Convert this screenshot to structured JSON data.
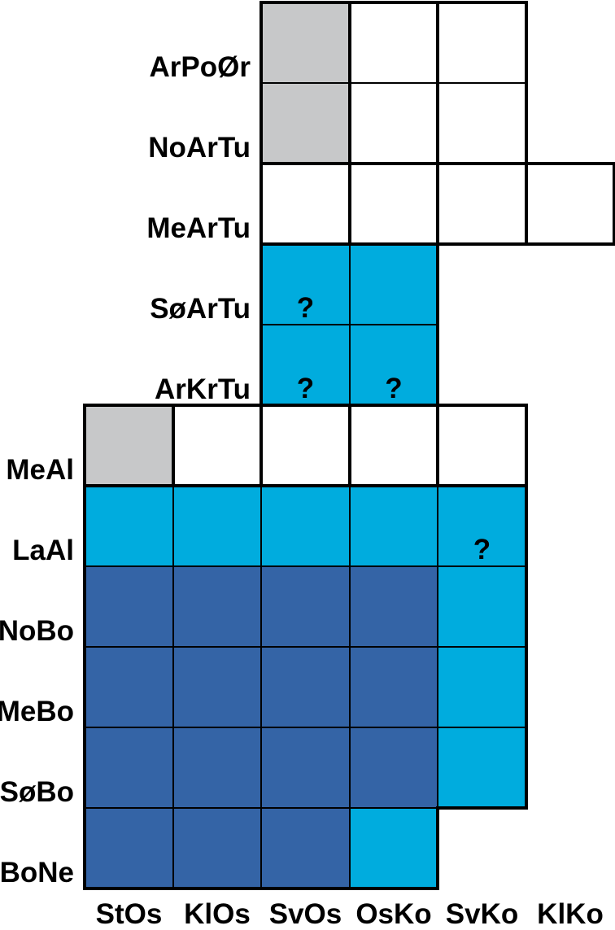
{
  "chart_data": {
    "type": "heatmap",
    "title": "",
    "x_categories": [
      "StOs",
      "KlOs",
      "SvOs",
      "OsKo",
      "SvKo",
      "KlKo"
    ],
    "y_categories": [
      "ArPoØr",
      "NoArTu",
      "MeArTu",
      "SøArTu",
      "ArKrTu",
      "MeAl",
      "LaAl",
      "NoBo",
      "MeBo",
      "SøBo",
      "BoNe"
    ],
    "question_glyph": "?",
    "state_colors": {
      "white": "#FFFFFF",
      "gray": "#C7C8C9",
      "cyan": "#00ACDE",
      "blue": "#3464A6",
      "border": "#000000"
    },
    "blocks": {
      "A": {
        "thick_verticals": true
      },
      "B": {
        "thick_verticals": true
      },
      "C": {
        "thick_verticals": false
      },
      "D": {
        "thick_verticals": true
      },
      "E": {
        "thick_verticals": false
      }
    },
    "rows": [
      {
        "label": "ArPoØr",
        "block": "A",
        "cells": [
          {
            "c": 2,
            "s": "gray"
          },
          {
            "c": 3,
            "s": "white"
          },
          {
            "c": 4,
            "s": "white"
          }
        ]
      },
      {
        "label": "NoArTu",
        "block": "A",
        "cells": [
          {
            "c": 2,
            "s": "gray"
          },
          {
            "c": 3,
            "s": "white"
          },
          {
            "c": 4,
            "s": "white"
          }
        ]
      },
      {
        "label": "MeArTu",
        "block": "B",
        "cells": [
          {
            "c": 2,
            "s": "white"
          },
          {
            "c": 3,
            "s": "white"
          },
          {
            "c": 4,
            "s": "white"
          },
          {
            "c": 5,
            "s": "white"
          }
        ]
      },
      {
        "label": "SøArTu",
        "block": "C",
        "cells": [
          {
            "c": 2,
            "s": "cyan",
            "q": true
          },
          {
            "c": 3,
            "s": "cyan"
          }
        ]
      },
      {
        "label": "ArKrTu",
        "block": "C",
        "cells": [
          {
            "c": 2,
            "s": "cyan",
            "q": true
          },
          {
            "c": 3,
            "s": "cyan",
            "q": true
          }
        ]
      },
      {
        "label": "MeAl",
        "block": "D",
        "cells": [
          {
            "c": 0,
            "s": "gray"
          },
          {
            "c": 1,
            "s": "white"
          },
          {
            "c": 2,
            "s": "white"
          },
          {
            "c": 3,
            "s": "white"
          },
          {
            "c": 4,
            "s": "white"
          }
        ]
      },
      {
        "label": "LaAl",
        "block": "E",
        "cells": [
          {
            "c": 0,
            "s": "cyan"
          },
          {
            "c": 1,
            "s": "cyan"
          },
          {
            "c": 2,
            "s": "cyan"
          },
          {
            "c": 3,
            "s": "cyan"
          },
          {
            "c": 4,
            "s": "cyan",
            "q": true
          }
        ]
      },
      {
        "label": "NoBo",
        "block": "E",
        "cells": [
          {
            "c": 0,
            "s": "blue"
          },
          {
            "c": 1,
            "s": "blue"
          },
          {
            "c": 2,
            "s": "blue"
          },
          {
            "c": 3,
            "s": "blue"
          },
          {
            "c": 4,
            "s": "cyan"
          }
        ]
      },
      {
        "label": "MeBo",
        "block": "E",
        "cells": [
          {
            "c": 0,
            "s": "blue"
          },
          {
            "c": 1,
            "s": "blue"
          },
          {
            "c": 2,
            "s": "blue"
          },
          {
            "c": 3,
            "s": "blue"
          },
          {
            "c": 4,
            "s": "cyan"
          }
        ]
      },
      {
        "label": "SøBo",
        "block": "E",
        "cells": [
          {
            "c": 0,
            "s": "blue"
          },
          {
            "c": 1,
            "s": "blue"
          },
          {
            "c": 2,
            "s": "blue"
          },
          {
            "c": 3,
            "s": "blue"
          },
          {
            "c": 4,
            "s": "cyan"
          }
        ]
      },
      {
        "label": "BoNe",
        "block": "E",
        "cells": [
          {
            "c": 0,
            "s": "blue"
          },
          {
            "c": 1,
            "s": "blue"
          },
          {
            "c": 2,
            "s": "blue"
          },
          {
            "c": 3,
            "s": "cyan"
          }
        ]
      }
    ],
    "layout_hints": {
      "grid_on": true,
      "legend": "none",
      "x_axis_position": "bottom",
      "y_axis_position": "left"
    }
  }
}
